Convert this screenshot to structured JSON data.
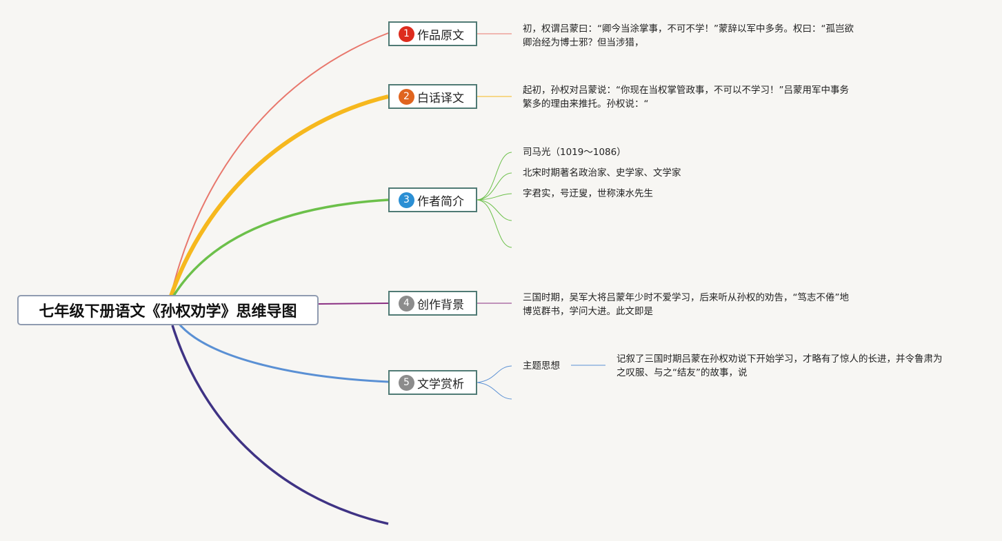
{
  "title": "七年级下册语文《孙权劝学》思维导图",
  "colors": {
    "background": "#f7f6f3",
    "branch1": "#e8776c",
    "branch2": "#f6b81e",
    "branch3": "#6cc04a",
    "branch4": "#8a2f82",
    "branch5": "#5a90d4",
    "branch6": "#3f3384"
  },
  "branches": [
    {
      "num": "1",
      "label": "作品原文",
      "badge_color": "#dd2c1e",
      "lines": [
        "初，权谓吕蒙曰：“卿今当涂掌事，不可不学！”蒙辞以军中多务。权曰：“孤岂欲",
        "卿治经为博士邪？但当涉猎，"
      ]
    },
    {
      "num": "2",
      "label": "白话译文",
      "badge_color": "#e0651f",
      "lines": [
        "起初，孙权对吕蒙说：“你现在当权掌管政事，不可以不学习！”吕蒙用军中事务",
        "繁多的理由来推托。孙权说：“"
      ]
    },
    {
      "num": "3",
      "label": "作者简介",
      "badge_color": "#2b8fd4",
      "items": [
        "司马光（1019～1086）",
        "北宋时期著名政治家、史学家、文学家",
        "字君实，号迂叟，世称涑水先生"
      ]
    },
    {
      "num": "4",
      "label": "创作背景",
      "badge_color": "#8c8c8c",
      "lines": [
        "三国时期，吴军大将吕蒙年少时不爱学习，后来听从孙权的劝告，“笃志不倦”地",
        "博览群书，学问大进。此文即是"
      ]
    },
    {
      "num": "5",
      "label": "文学赏析",
      "badge_color": "#8c8c8c",
      "sub_label": "主题思想",
      "lines": [
        "记叙了三国时期吕蒙在孙权劝说下开始学习，才略有了惊人的长进，并令鲁肃为",
        "之叹服、与之“结友”的故事，说"
      ]
    }
  ]
}
